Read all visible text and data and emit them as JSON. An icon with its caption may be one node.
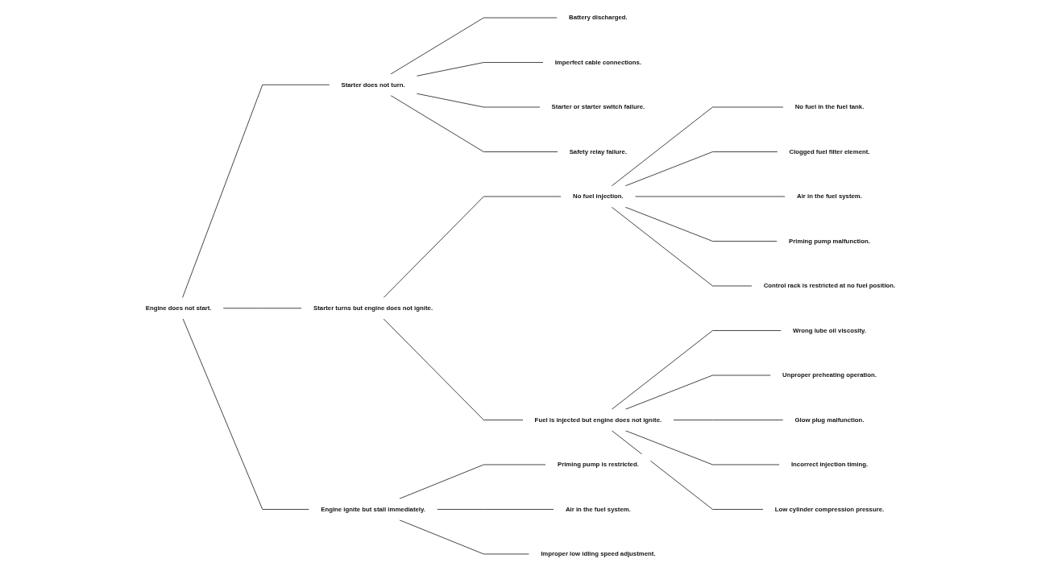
{
  "diagram": {
    "nodes": [
      {
        "text": [
          "Engine does not start."
        ]
      },
      {
        "text": [
          "Starter does not turn."
        ]
      },
      {
        "text": [
          "Battery discharged."
        ]
      },
      {
        "text": [
          "Imperfect cable connections."
        ]
      },
      {
        "text": [
          "Starter or starter switch failure."
        ]
      },
      {
        "text": [
          "Safety relay failure."
        ]
      },
      {
        "text": [
          "Starter turns but engine does not ignite."
        ]
      },
      {
        "text": [
          "No fuel injection."
        ]
      },
      {
        "text": [
          "No fuel in the fuel tank."
        ]
      },
      {
        "text": [
          "Clogged fuel filter element."
        ]
      },
      {
        "text": [
          "Air in the fuel system."
        ]
      },
      {
        "text": [
          "Priming pump malfunction."
        ]
      },
      {
        "text": [
          "Control rack is restricted at no fuel position."
        ]
      },
      {
        "text": [
          "Fuel is injected but engine does not ignite."
        ]
      },
      {
        "text": [
          "Wrong lube oil viscosity."
        ]
      },
      {
        "text": [
          "Unproper preheating operation."
        ]
      },
      {
        "text": [
          "Glow plug malfunction."
        ]
      },
      {
        "text": [
          "Incorrect injection timing."
        ]
      },
      {
        "text": [
          "Low cylinder compression pressure."
        ]
      },
      {
        "text": [
          "Engine ignite but stall immediately."
        ]
      },
      {
        "text": [
          "Priming pump is restricted."
        ]
      },
      {
        "text": [
          "Air in the fuel system."
        ]
      },
      {
        "text": [
          "Improper low idling speed adjustment."
        ]
      }
    ],
    "edges": [
      {
        "from": 0,
        "to": 1,
        "arrow": "none"
      },
      {
        "from": 1,
        "to": 2,
        "arrow": "none"
      },
      {
        "from": 1,
        "to": 3,
        "arrow": "none"
      },
      {
        "from": 1,
        "to": 4,
        "arrow": "none"
      },
      {
        "from": 1,
        "to": 5,
        "arrow": "none"
      },
      {
        "from": 0,
        "to": 6,
        "arrow": "none"
      },
      {
        "from": 6,
        "to": 7,
        "arrow": "none"
      },
      {
        "from": 7,
        "to": 8,
        "arrow": "none"
      },
      {
        "from": 7,
        "to": 9,
        "arrow": "none"
      },
      {
        "from": 7,
        "to": 10,
        "arrow": "none"
      },
      {
        "from": 7,
        "to": 11,
        "arrow": "none"
      },
      {
        "from": 7,
        "to": 12,
        "arrow": "none"
      },
      {
        "from": 6,
        "to": 13,
        "arrow": "none"
      },
      {
        "from": 13,
        "to": 14,
        "arrow": "none"
      },
      {
        "from": 13,
        "to": 15,
        "arrow": "none"
      },
      {
        "from": 13,
        "to": 16,
        "arrow": "none"
      },
      {
        "from": 13,
        "to": 17,
        "arrow": "none"
      },
      {
        "from": 13,
        "to": 18,
        "arrow": "none"
      },
      {
        "from": 0,
        "to": 19,
        "arrow": "none"
      },
      {
        "from": 19,
        "to": 20,
        "arrow": "none"
      },
      {
        "from": 19,
        "to": 21,
        "arrow": "none"
      },
      {
        "from": 19,
        "to": 22,
        "arrow": "none"
      }
    ]
  }
}
